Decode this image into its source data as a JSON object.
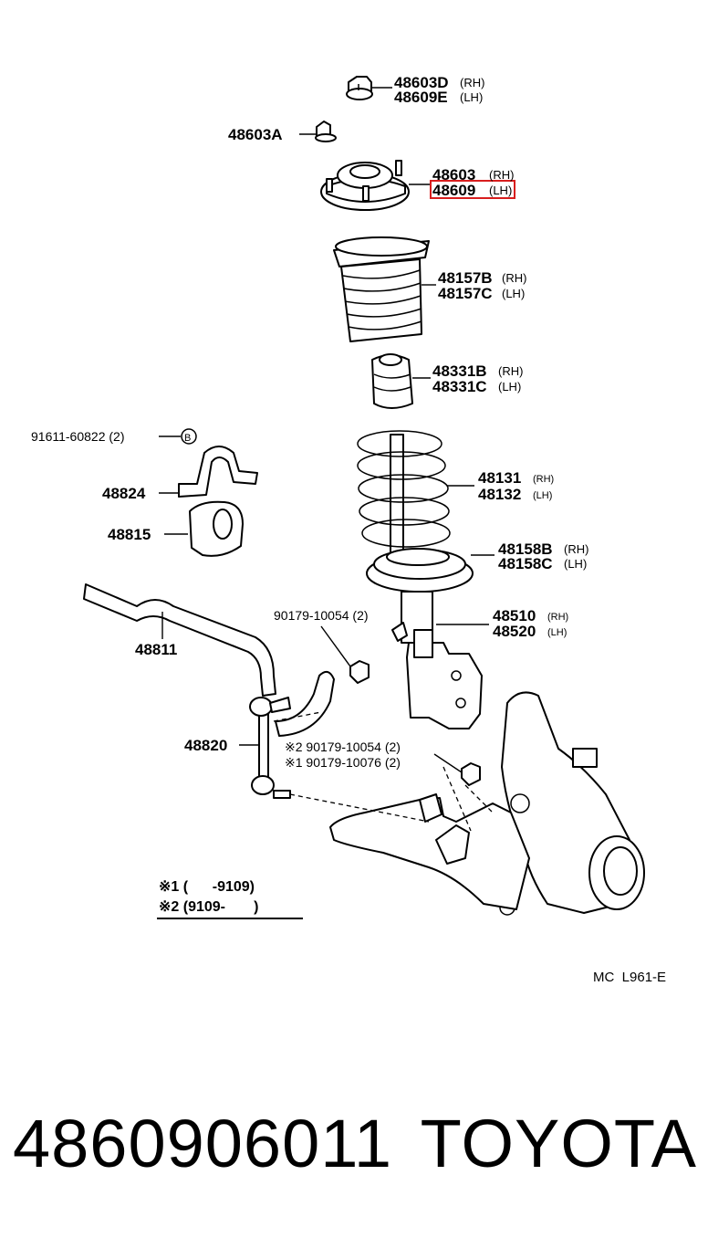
{
  "diagram": {
    "labels": {
      "p48603D": "48603D",
      "p48603D_side": "(RH)",
      "p48609E": "48609E",
      "p48609E_side": "(LH)",
      "p48603A": "48603A",
      "p48603": "48603",
      "p48603_side": "(RH)",
      "p48609": "48609",
      "p48609_side": "(LH)",
      "p48157B": "48157B",
      "p48157B_side": "(RH)",
      "p48157C": "48157C",
      "p48157C_side": "(LH)",
      "p48331B": "48331B",
      "p48331B_side": "(RH)",
      "p48331C": "48331C",
      "p48331C_side": "(LH)",
      "p91611": "91611-60822 (2)",
      "bMark": "B",
      "p48824": "48824",
      "p48815": "48815",
      "p48131": "48131",
      "p48131_side": "(RH)",
      "p48132": "48132",
      "p48132_side": "(LH)",
      "p48158B": "48158B",
      "p48158B_side": "(RH)",
      "p48158C": "48158C",
      "p48158C_side": "(LH)",
      "p90179top": "90179-10054 (2)",
      "p48510": "48510",
      "p48510_side": "(RH)",
      "p48520": "48520",
      "p48520_side": "(LH)",
      "p48811": "48811",
      "p48820": "48820",
      "p90179a": "※2 90179-10054 (2)",
      "p90179b": "※1 90179-10076 (2)",
      "legend1": "※1 (      -9109)",
      "legend2": "※2 (9109-       )",
      "code": "MC  L961-E"
    },
    "highlight_color": "#d81e1e"
  },
  "footer": {
    "part_number": "4860906011",
    "brand": "TOYOTA"
  }
}
